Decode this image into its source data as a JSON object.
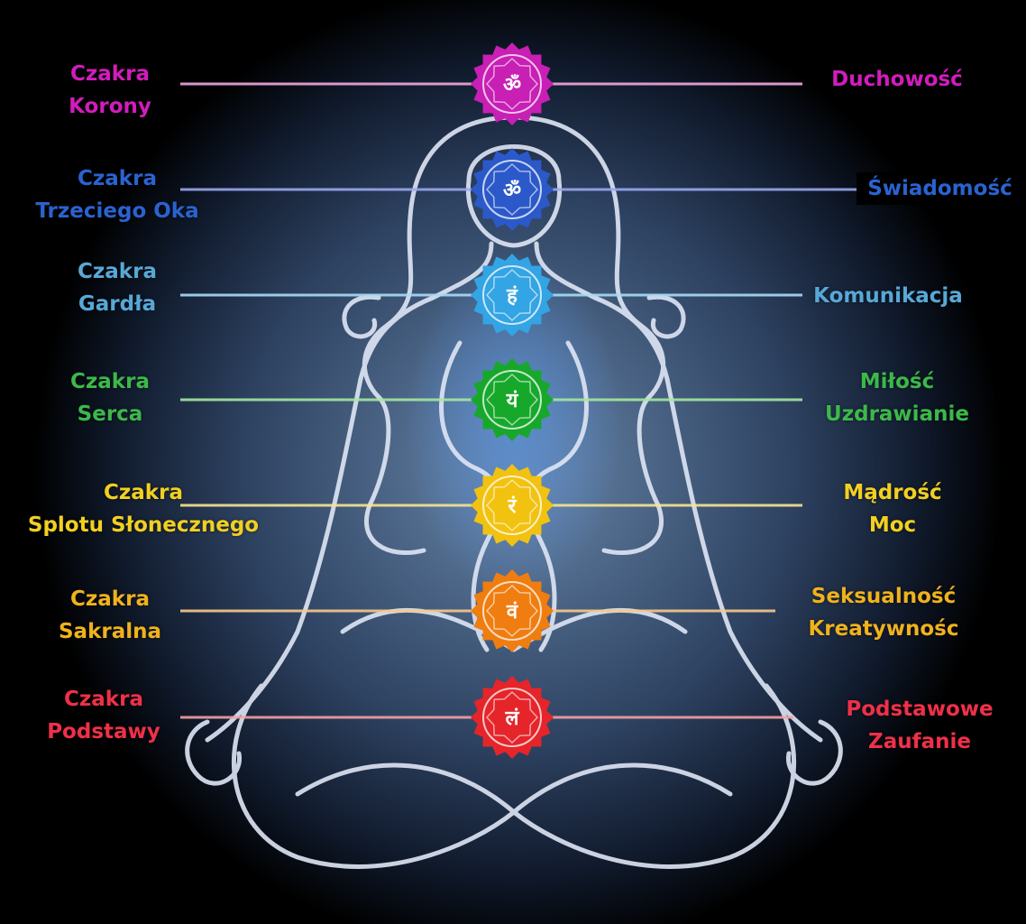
{
  "chakras": [
    {
      "key": "crown",
      "left_line1": "Czakra",
      "left_line2": "Korony",
      "right_line1": "Duchowość",
      "right_line2": "",
      "color": "#c81fb4",
      "line_color": "#f0a8e0",
      "symbol": "ॐ"
    },
    {
      "key": "third-eye",
      "left_line1": "Czakra",
      "left_line2": "Trzeciego Oka",
      "right_line1": "Świadomość",
      "right_line2": "",
      "color": "#2b59c9",
      "line_color": "#9aa8ee",
      "symbol": "ॐ"
    },
    {
      "key": "throat",
      "left_line1": "Czakra",
      "left_line2": "Gardła",
      "right_line1": "Komunikacja",
      "right_line2": "",
      "color": "#33a4e4",
      "line_color": "#a8dcf6",
      "symbol": "हं"
    },
    {
      "key": "heart",
      "left_line1": "Czakra",
      "left_line2": "Serca",
      "right_line1": "Miłość",
      "right_line2": "Uzdrawianie",
      "color": "#17a82b",
      "line_color": "#a4e8a0",
      "symbol": "यं"
    },
    {
      "key": "solar-plexus",
      "left_line1": "Czakra",
      "left_line2": "Splotu Słonecznego",
      "right_line1": "Mądrość",
      "right_line2": "Moc",
      "color": "#f2c211",
      "line_color": "#f7e590",
      "symbol": "रं"
    },
    {
      "key": "sacral",
      "left_line1": "Czakra",
      "left_line2": "Sakralna",
      "right_line1": "Seksualność",
      "right_line2": "Kreatywnośc",
      "color": "#f07d10",
      "line_color": "#f8c98a",
      "symbol": "वं"
    },
    {
      "key": "root",
      "left_line1": "Czakra",
      "left_line2": "Podstawy",
      "right_line1": "Podstawowe",
      "right_line2": "Zaufanie",
      "color": "#e5252a",
      "line_color": "#f3a0a6",
      "symbol": "लं"
    }
  ],
  "left_label_colors": [
    "#d21cbc",
    "#2a63d0",
    "#58a8d6",
    "#3db84a",
    "#f2d020",
    "#f0b21c",
    "#ef3048"
  ],
  "right_label_colors": [
    "#d21cbc",
    "#2a63d0",
    "#58a8d6",
    "#3db84a",
    "#f2d020",
    "#f0b21c",
    "#ef3048"
  ],
  "figure_outline_color": "#dfe6f5"
}
